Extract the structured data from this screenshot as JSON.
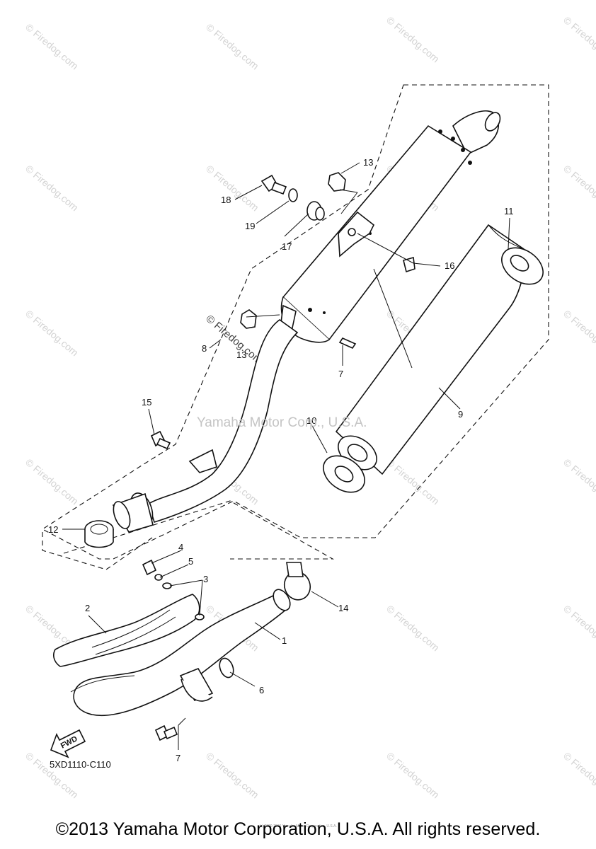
{
  "diagram": {
    "part_code": "5XD1110-C110",
    "fwd_label": "FWD",
    "watermark_center": "Yamaha Motor Corp., U.S.A.",
    "watermark_firedog": "© Firedog.com",
    "callouts": [
      "1",
      "2",
      "3",
      "4",
      "5",
      "6",
      "7",
      "8",
      "9",
      "10",
      "11",
      "11",
      "12",
      "13",
      "13",
      "14",
      "15",
      "16",
      "17",
      "18",
      "19"
    ]
  },
  "footer": {
    "copyright": "©2013 Yamaha Motor Corporation, U.S.A. All rights reserved.",
    "small_note": "(c) 2000-2016 Yamaha Motor Corporation, U.S.A."
  },
  "colors": {
    "line": "#111111",
    "watermark": "#d3d3d3"
  }
}
